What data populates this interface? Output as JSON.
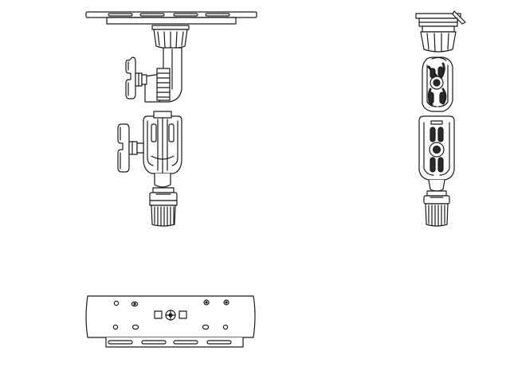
{
  "drawing": {
    "views": [
      {
        "id": "front-view",
        "label": ""
      },
      {
        "id": "side-view",
        "label": ""
      },
      {
        "id": "top-view",
        "label": ""
      }
    ],
    "colors": {
      "line": "#1a1a1a",
      "fill_light": "#ffffff",
      "fill_dark": "#2a2a2a",
      "background": "#ffffff"
    }
  }
}
